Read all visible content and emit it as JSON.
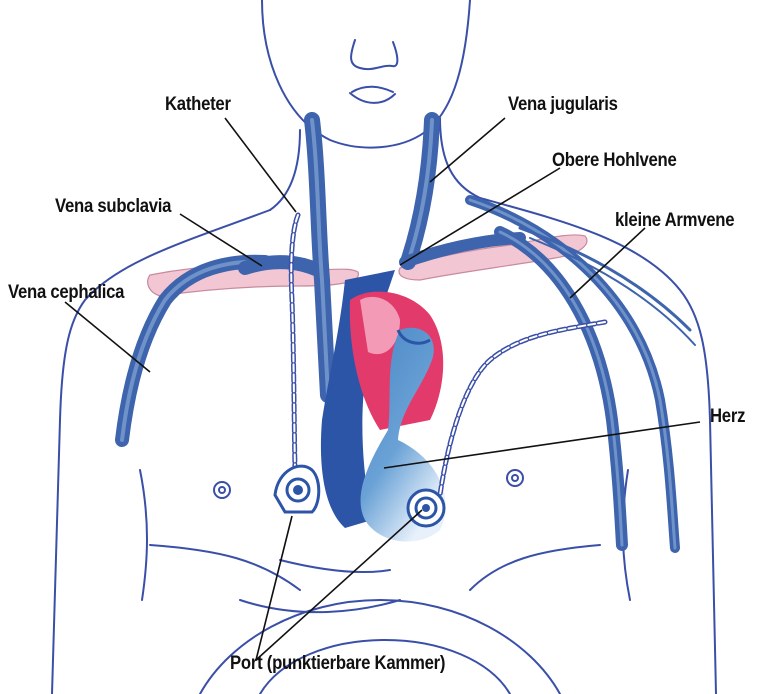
{
  "labels": {
    "katheter": "Katheter",
    "vena_jugularis": "Vena jugularis",
    "obere_hohlvene": "Obere Hohlvene",
    "vena_subclavia": "Vena subclavia",
    "kleine_armvene": "kleine Armvene",
    "vena_cephalica": "Vena cephalica",
    "herz": "Herz",
    "port": "Port (punktierbare Kammer)"
  },
  "colors": {
    "outline": "#3a4fa8",
    "vein": "#3d64ad",
    "vein_light": "#6f93c9",
    "clavicle": "#f2c6d2",
    "heart_red": "#e23a6a",
    "heart_pink": "#f39ab6",
    "heart_blue": "#4a86c5",
    "heart_dark": "#2c55a8",
    "leader": "#111111"
  }
}
